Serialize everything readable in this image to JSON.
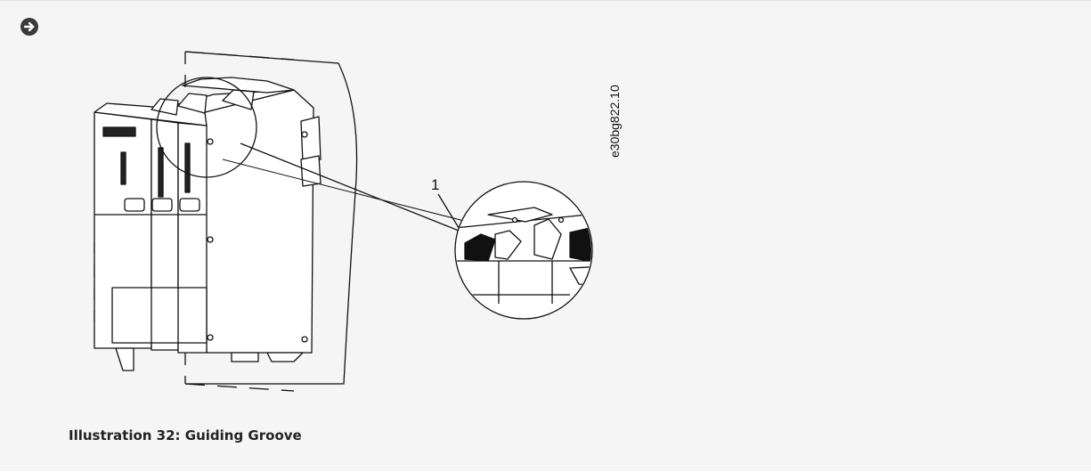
{
  "icon": {
    "name": "arrow-circle-right-icon"
  },
  "figure": {
    "id": "e30bg822.10",
    "callout": "1",
    "caption": "Illustration 32: Guiding Groove"
  }
}
